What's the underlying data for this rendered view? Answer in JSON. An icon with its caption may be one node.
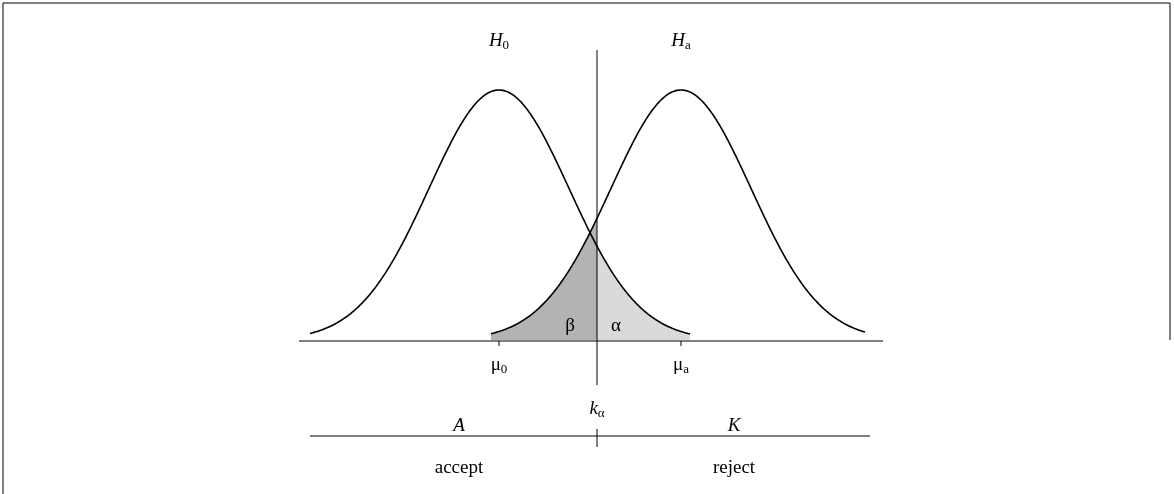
{
  "diagram": {
    "labels": [
      "*H*$_{0}$",
      "*H*$_{a}$",
      "β",
      "α",
      "μ$_{0}$",
      "μ$_{a}$",
      "*k*$_{α}$",
      "*A*",
      "*K*",
      "accept",
      "reject"
    ]
  }
}
